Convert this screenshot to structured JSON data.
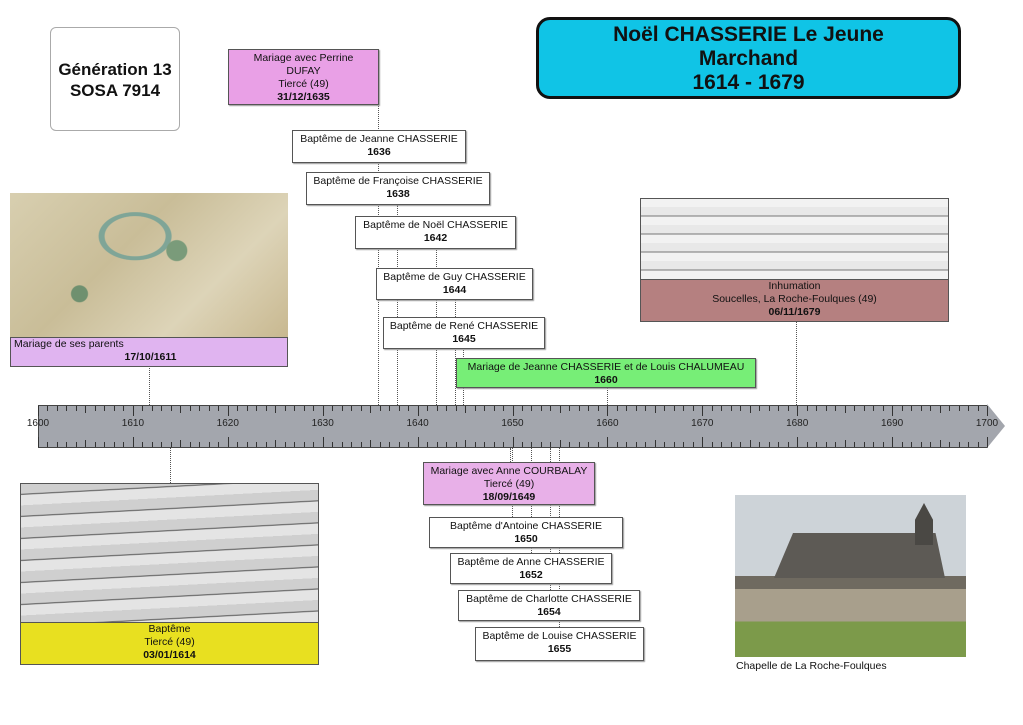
{
  "generation": {
    "line1": "Génération 13",
    "line2": "SOSA 7914"
  },
  "title": {
    "name": "Noël CHASSERIE Le Jeune",
    "occupation": "Marchand",
    "dates": "1614 - 1679"
  },
  "colors": {
    "title_bg": "#10c4e6",
    "marriage": "#e9a0e6",
    "parents": "#e0b4f0",
    "burial": "#b58080",
    "birth": "#e8e020",
    "child_marriage": "#77ee77",
    "axis": "#a3a6ad"
  },
  "axis": {
    "start": 1600,
    "end": 1700,
    "labels": [
      "1600",
      "1610",
      "1620",
      "1630",
      "1640",
      "1650",
      "1660",
      "1670",
      "1680",
      "1690",
      "1700"
    ]
  },
  "events_above": [
    {
      "line1": "Mariage avec Perrine",
      "line2": "DUFAY",
      "line3": "Tiercé (49)",
      "date": "31/12/1635"
    },
    {
      "line1": "Baptême de Jeanne CHASSERIE",
      "date": "1636"
    },
    {
      "line1": "Baptême de Françoise CHASSERIE",
      "date": "1638"
    },
    {
      "line1": "Baptême de Noël CHASSERIE",
      "date": "1642"
    },
    {
      "line1": "Baptême de Guy CHASSERIE",
      "date": "1644"
    },
    {
      "line1": "Baptême de René CHASSERIE",
      "date": "1645"
    },
    {
      "line1": "Mariage de Jeanne CHASSERIE et de Louis CHALUMEAU",
      "date": "1660"
    }
  ],
  "parents_marriage": {
    "label": "Mariage de ses parents",
    "date": "17/10/1611"
  },
  "burial": {
    "line1": "Inhumation",
    "line2": "Soucelles, La Roche-Foulques (49)",
    "date": "06/11/1679"
  },
  "birth": {
    "line1": "Baptême",
    "line2": "Tiercé (49)",
    "date": "03/01/1614"
  },
  "events_below": [
    {
      "line1": "Mariage avec Anne COURBALAY",
      "line2": "Tiercé (49)",
      "date": "18/09/1649"
    },
    {
      "line1": "Baptême d'Antoine CHASSERIE",
      "date": "1650"
    },
    {
      "line1": "Baptême de Anne CHASSERIE",
      "date": "1652"
    },
    {
      "line1": "Baptême de Charlotte CHASSERIE",
      "date": "1654"
    },
    {
      "line1": "Baptême de Louise CHASSERIE",
      "date": "1655"
    }
  ],
  "chapel": {
    "caption": "Chapelle de La Roche-Foulques"
  }
}
